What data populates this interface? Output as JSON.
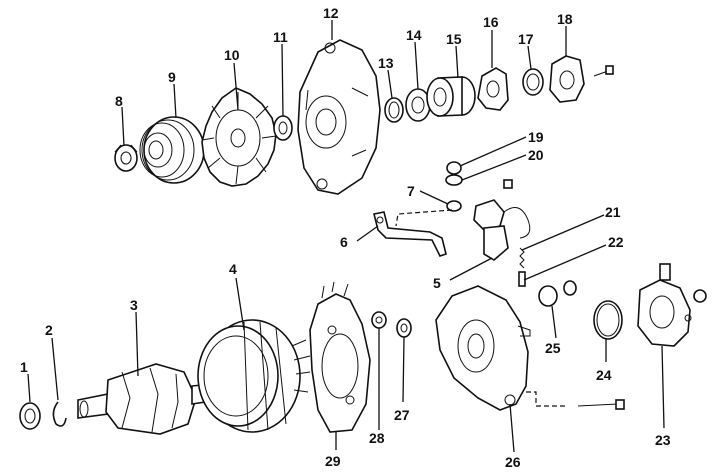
{
  "diagram": {
    "callouts": [
      {
        "label": "1"
      },
      {
        "label": "2"
      },
      {
        "label": "3"
      },
      {
        "label": "4"
      },
      {
        "label": "5"
      },
      {
        "label": "6"
      },
      {
        "label": "7"
      },
      {
        "label": "8"
      },
      {
        "label": "9"
      },
      {
        "label": "10"
      },
      {
        "label": "11"
      },
      {
        "label": "12"
      },
      {
        "label": "13"
      },
      {
        "label": "14"
      },
      {
        "label": "15"
      },
      {
        "label": "16"
      },
      {
        "label": "17"
      },
      {
        "label": "18"
      },
      {
        "label": "19"
      },
      {
        "label": "20"
      },
      {
        "label": "21"
      },
      {
        "label": "22"
      },
      {
        "label": "23"
      },
      {
        "label": "24"
      },
      {
        "label": "25"
      },
      {
        "label": "26"
      },
      {
        "label": "27"
      },
      {
        "label": "28"
      },
      {
        "label": "29"
      }
    ]
  }
}
